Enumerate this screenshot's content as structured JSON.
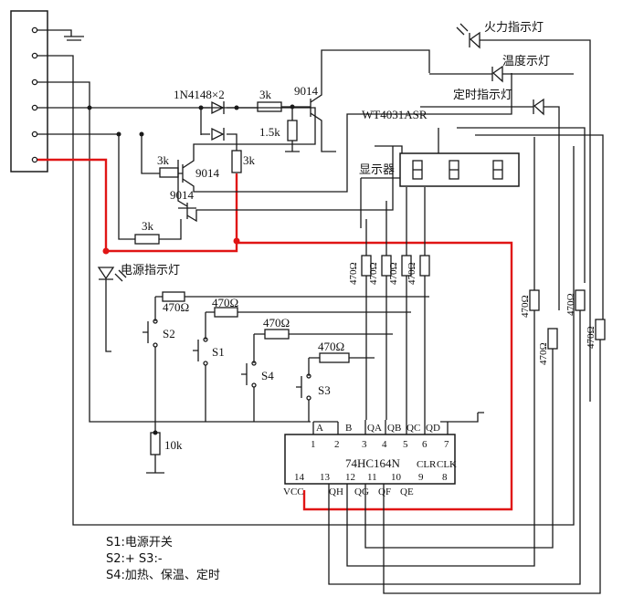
{
  "labels": {
    "fire_light": "火力指示灯",
    "temp_light": "温度示灯",
    "timer_light": "定时指示灯",
    "diodes": "1N4148×2",
    "r_3k_a": "3k",
    "transistor_top": "9014",
    "r_1k5": "1.5k",
    "display_model": "WT4031ASR",
    "display": "显示器",
    "r_3k_b": "3k",
    "r_3k_c": "3k",
    "transistor_mid": "9014",
    "transistor_low": "9014",
    "r_3k_d": "3k",
    "power_light": "电源指示灯",
    "r470_a": "470Ω",
    "r470_b": "470Ω",
    "r470_c": "470Ω",
    "r470_d": "470Ω",
    "r470_v1": "470Ω",
    "r470_v2": "470Ω",
    "r470_v3": "470Ω",
    "r470_v4": "470Ω",
    "r470_v5": "470Ω",
    "r470_v6": "470Ω",
    "r470_v7": "470Ω",
    "r470_v8": "470Ω",
    "s2": "S2",
    "s1": "S1",
    "s4": "S4",
    "s3": "S3",
    "r_10k": "10k",
    "chip": "74HC164N",
    "clr": "CLR",
    "clk": "CLK",
    "pin_a": "A",
    "pin_b": "B",
    "pin_qa": "QA",
    "pin_qb": "QB",
    "pin_qc": "QC",
    "pin_qd": "QD",
    "pin_vcc": "VCC",
    "pin_qh": "QH",
    "pin_qg": "QG",
    "pin_qf": "QF",
    "pin_qe": "QE",
    "n1": "1",
    "n2": "2",
    "n3": "3",
    "n4": "4",
    "n5": "5",
    "n6": "6",
    "n7": "7",
    "n14": "14",
    "n13": "13",
    "n12": "12",
    "n11": "11",
    "n10": "10",
    "n9": "9",
    "n8": "8"
  },
  "legend": {
    "line1": "S1:电源开关",
    "line2": "S2:+   S3:-",
    "line3": "S4:加热、保温、定时"
  },
  "colors": {
    "wire": "#1a1a1a",
    "highlight": "#e01515"
  }
}
